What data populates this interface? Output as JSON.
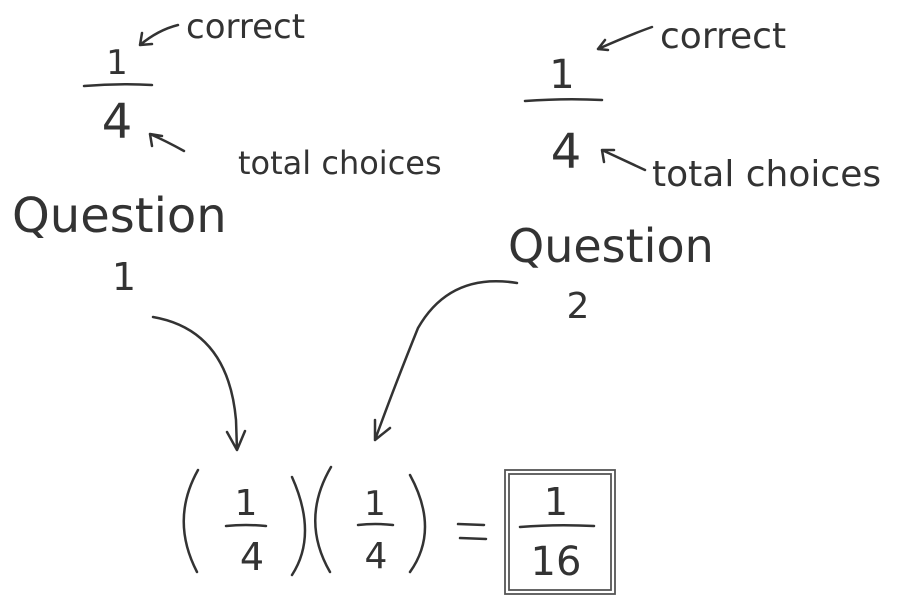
{
  "colors": {
    "paper": "#ffffff",
    "ink": "#333333"
  },
  "left": {
    "numerator": "1",
    "denominator": "4",
    "correct_note": "correct",
    "choices_note": "total choices",
    "question_word": "Question",
    "question_number": "1"
  },
  "right": {
    "numerator": "1",
    "denominator": "4",
    "correct_note": "correct",
    "choices_note": "total choices",
    "question_word": "Question",
    "question_number": "2"
  },
  "equation": {
    "factor1_numerator": "1",
    "factor1_denominator": "4",
    "factor2_numerator": "1",
    "factor2_denominator": "4",
    "equals": "=",
    "result_numerator": "1",
    "result_denominator": "16"
  }
}
